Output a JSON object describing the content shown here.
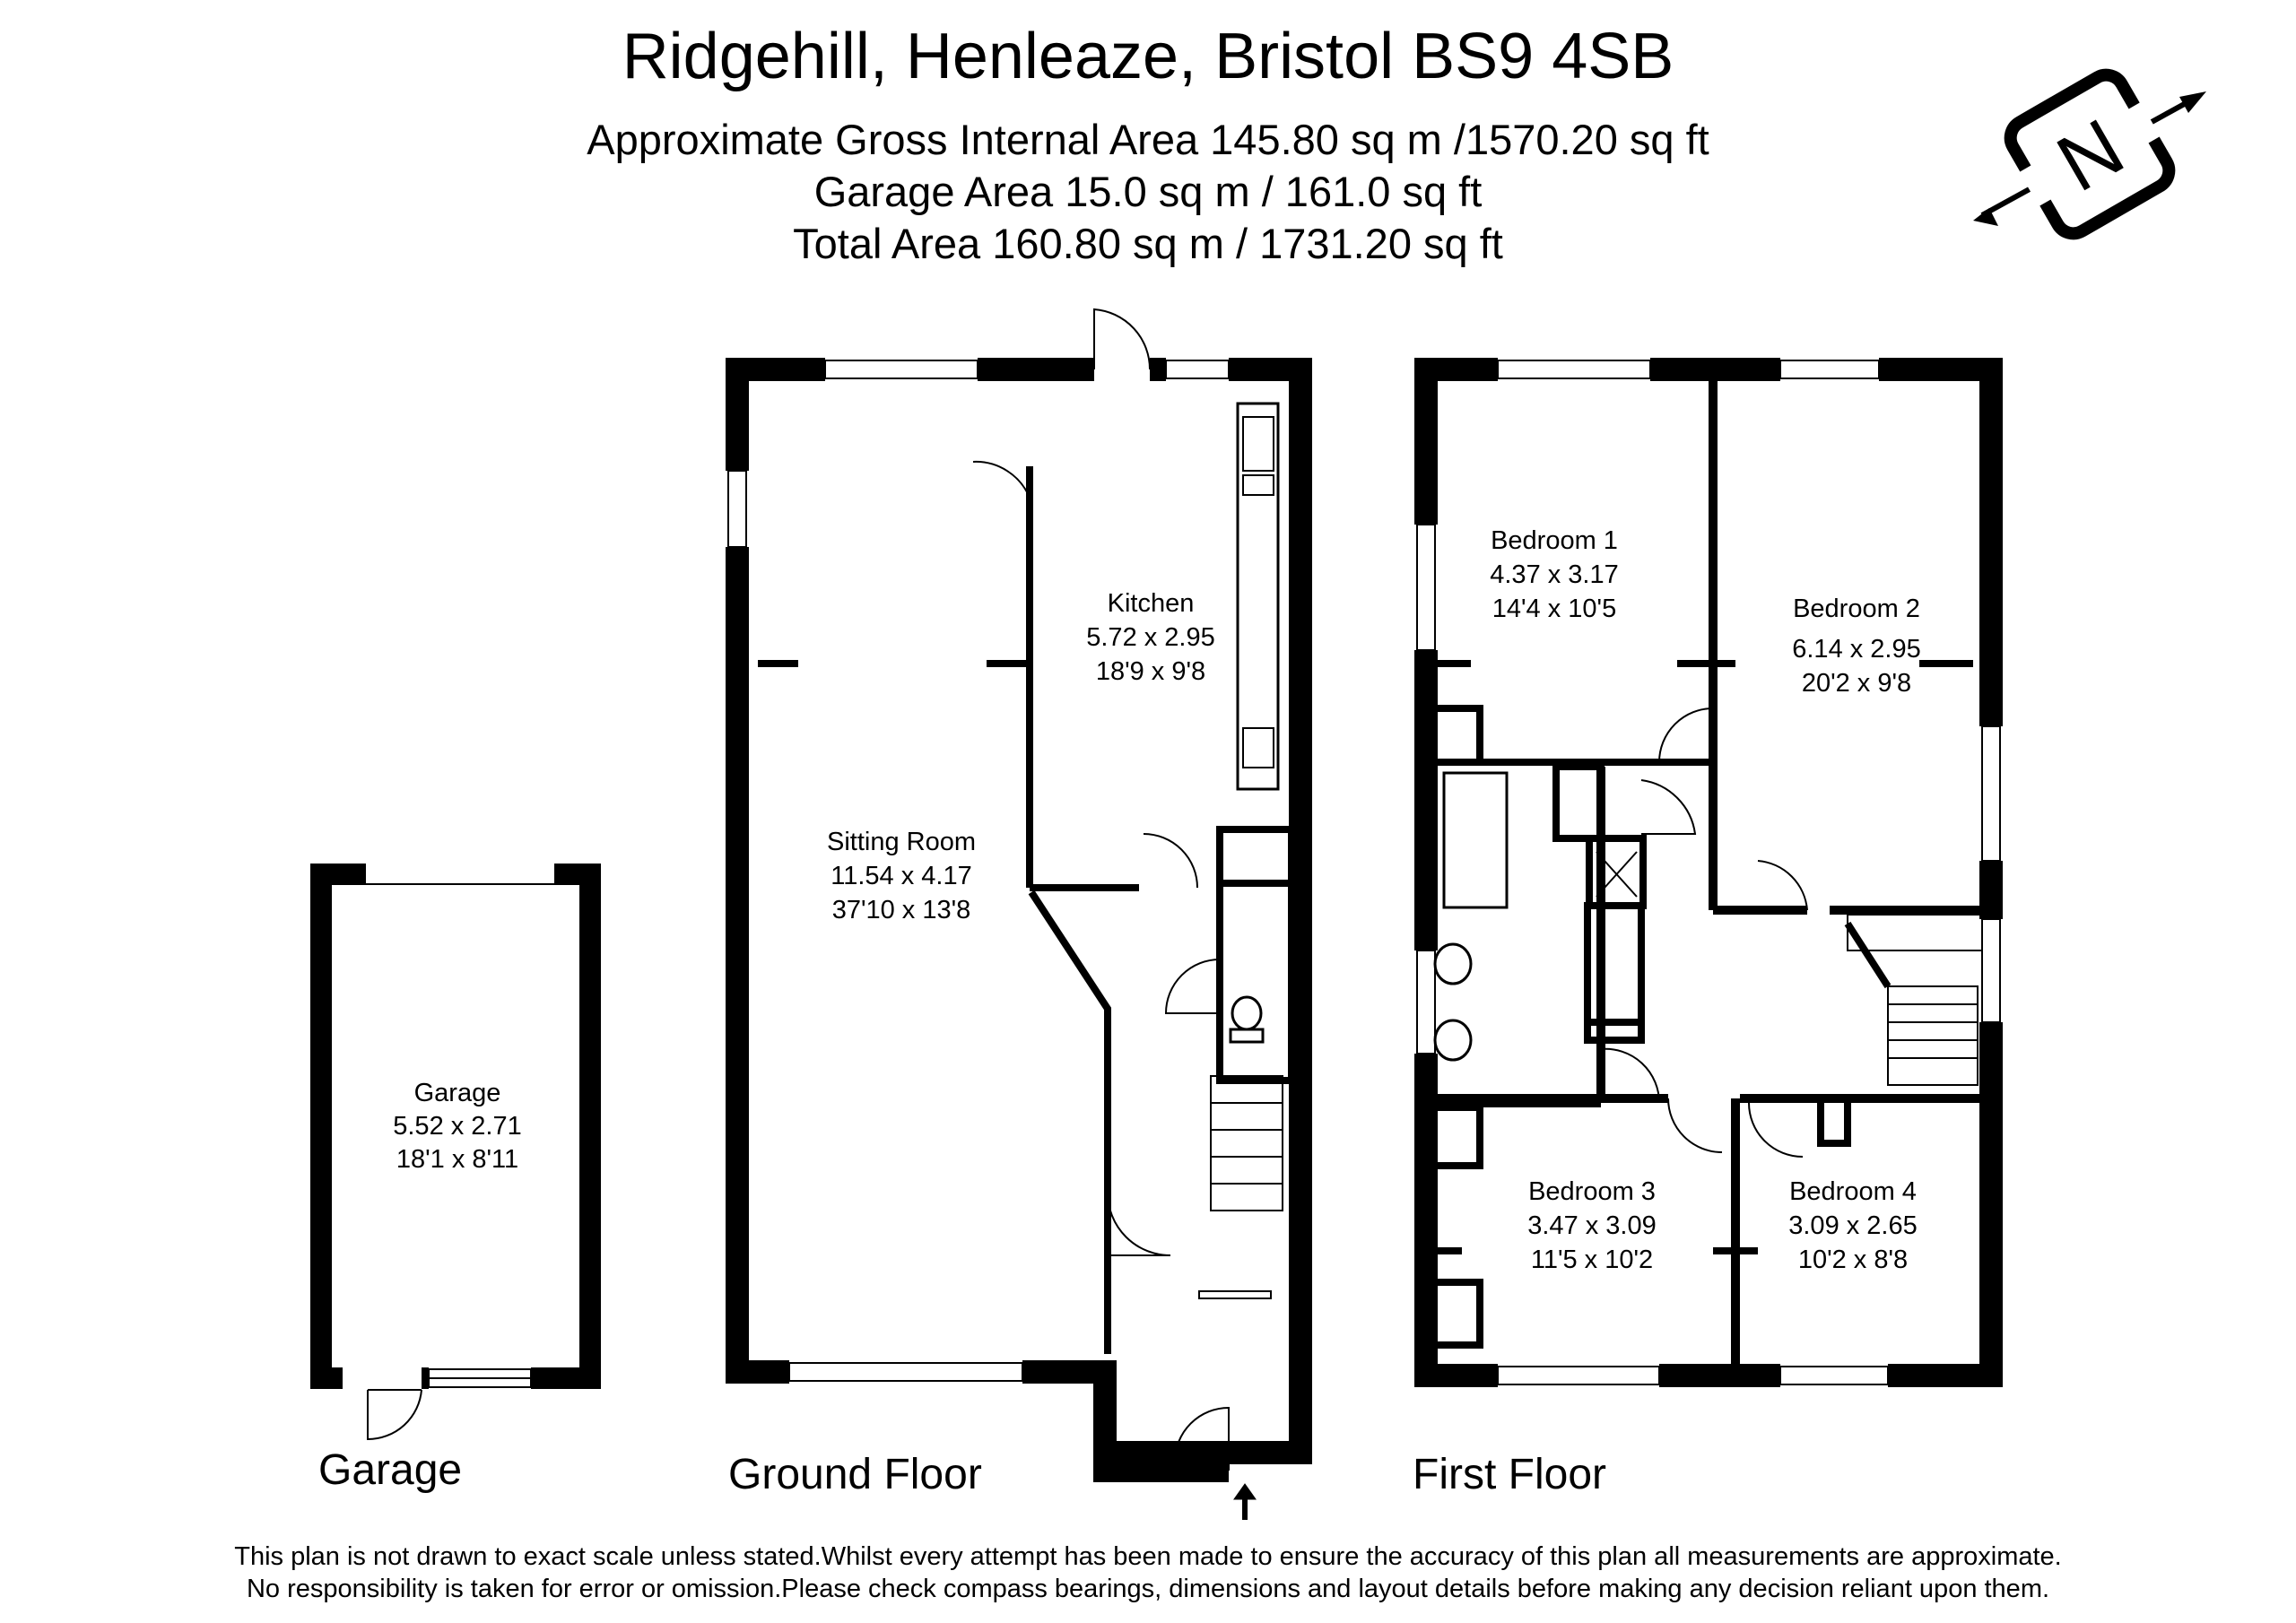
{
  "header": {
    "address": "Ridgehill, Henleaze, Bristol BS9 4SB",
    "gross_internal_area": "Approximate Gross Internal Area 145.80 sq m /1570.20 sq ft",
    "garage_area": "Garage Area 15.0 sq m / 161.0 sq ft",
    "total_area": "Total Area 160.80 sq m / 1731.20 sq ft"
  },
  "compass": {
    "letter": "N",
    "icon": "north-arrow-icon"
  },
  "floors": {
    "garage": {
      "label": "Garage",
      "rooms": [
        {
          "name": "Garage",
          "metric": "5.52 x 2.71",
          "imperial": "18'1 x 8'11"
        }
      ]
    },
    "ground": {
      "label": "Ground Floor",
      "rooms": [
        {
          "name": "Kitchen",
          "metric": "5.72 x 2.95",
          "imperial": "18'9 x 9'8"
        },
        {
          "name": "Sitting Room",
          "metric": "11.54 x 4.17",
          "imperial": "37'10 x 13'8"
        }
      ]
    },
    "first": {
      "label": "First Floor",
      "rooms": [
        {
          "name": "Bedroom 1",
          "metric": "4.37 x 3.17",
          "imperial": "14'4 x 10'5"
        },
        {
          "name": "Bedroom 2",
          "metric": "6.14 x 2.95",
          "imperial": "20'2 x 9'8"
        },
        {
          "name": "Bedroom 3",
          "metric": "3.47 x 3.09",
          "imperial": "11'5 x 10'2"
        },
        {
          "name": "Bedroom 4",
          "metric": "3.09 x 2.65",
          "imperial": "10'2 x 8'8"
        }
      ]
    }
  },
  "disclaimer": {
    "line1": "This plan is not drawn to exact scale unless stated.Whilst every attempt has been made to ensure the accuracy of this plan all measurements are approximate.",
    "line2": "No responsibility is taken for error or omission.Please check compass bearings, dimensions and layout details before making any decision reliant upon them."
  }
}
